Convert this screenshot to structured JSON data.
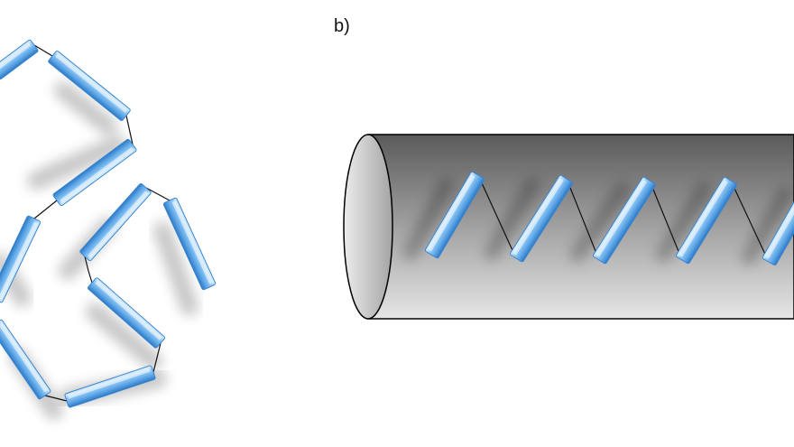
{
  "panels": [
    {
      "id": "a",
      "label": ""
    },
    {
      "id": "b",
      "label": "b)"
    }
  ],
  "colors": {
    "rod_light": "#cfe6fb",
    "rod_mid": "#74b6ee",
    "rod_dark": "#2f7ecb",
    "rod_edge": "#3c86cf",
    "linker": "#111111",
    "cylinder_top": "#5e5e5e",
    "cylinder_bottom": "#e4e4e4",
    "cap_light": "#e8e8e8",
    "cap_dark": "#a0a0a0"
  }
}
